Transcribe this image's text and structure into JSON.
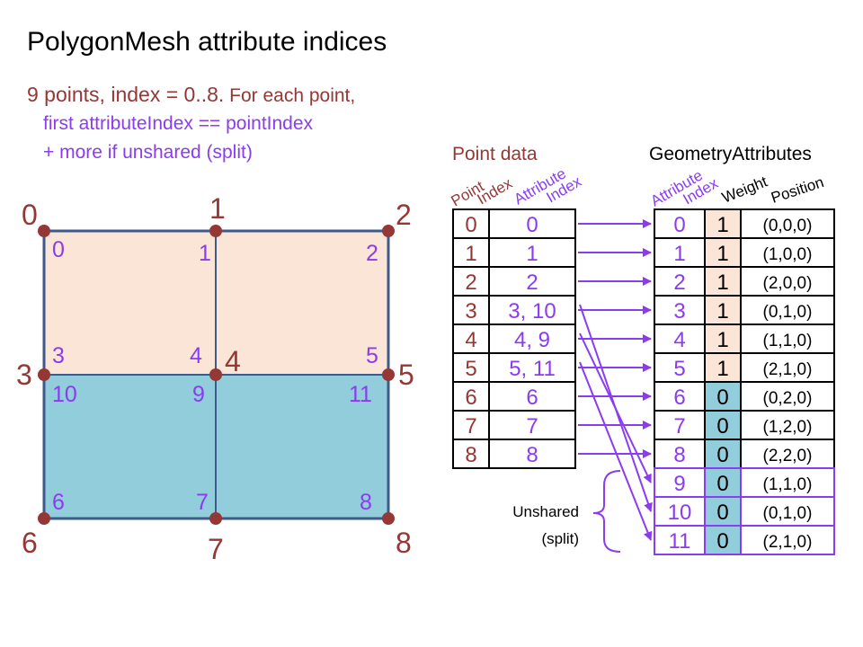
{
  "title": "PolygonMesh attribute indices",
  "subtitle": {
    "line1_a": "9 points, index = 0..8.",
    "line1_b": " For each point,",
    "line2": "first attributeIndex == pointIndex",
    "line3": "+ more if unshared (split)"
  },
  "colors": {
    "brown": "#953735",
    "purple": "#8b3bf0",
    "quad_top": "#fbe5d6",
    "quad_bottom": "#92cddc",
    "grid_line": "#3d5a8a"
  },
  "mesh": {
    "point_labels": [
      "0",
      "1",
      "2",
      "3",
      "4",
      "5",
      "6",
      "7",
      "8"
    ],
    "attribute_labels": [
      "0",
      "1",
      "2",
      "3",
      "4",
      "5",
      "10",
      "9",
      "11",
      "6",
      "7",
      "8"
    ]
  },
  "point_table": {
    "title": "Point data",
    "header_point_line1": "Point",
    "header_point_line2": "Index",
    "header_attr_line1": "Attribute",
    "header_attr_line2": "Index",
    "rows": [
      {
        "point": "0",
        "attr": "0"
      },
      {
        "point": "1",
        "attr": "1"
      },
      {
        "point": "2",
        "attr": "2"
      },
      {
        "point": "3",
        "attr": "3, 10"
      },
      {
        "point": "4",
        "attr": "4, 9"
      },
      {
        "point": "5",
        "attr": "5, 11"
      },
      {
        "point": "6",
        "attr": "6"
      },
      {
        "point": "7",
        "attr": "7"
      },
      {
        "point": "8",
        "attr": "8"
      }
    ]
  },
  "geometry_table": {
    "title": "GeometryAttributes",
    "header_attr_line1": "Attribute",
    "header_attr_line2": "Index",
    "header_weight": "Weight",
    "header_position": "Position",
    "rows": [
      {
        "index": "0",
        "weight": "1",
        "position": "(0,0,0)"
      },
      {
        "index": "1",
        "weight": "1",
        "position": "(1,0,0)"
      },
      {
        "index": "2",
        "weight": "1",
        "position": "(2,0,0)"
      },
      {
        "index": "3",
        "weight": "1",
        "position": "(0,1,0)"
      },
      {
        "index": "4",
        "weight": "1",
        "position": "(1,1,0)"
      },
      {
        "index": "5",
        "weight": "1",
        "position": "(2,1,0)"
      },
      {
        "index": "6",
        "weight": "0",
        "position": "(0,2,0)"
      },
      {
        "index": "7",
        "weight": "0",
        "position": "(1,2,0)"
      },
      {
        "index": "8",
        "weight": "0",
        "position": "(2,2,0)"
      },
      {
        "index": "9",
        "weight": "0",
        "position": "(1,1,0)"
      },
      {
        "index": "10",
        "weight": "0",
        "position": "(0,1,0)"
      },
      {
        "index": "11",
        "weight": "0",
        "position": "(2,1,0)"
      }
    ]
  },
  "unshared_label_line1": "Unshared",
  "unshared_label_line2": "(split)"
}
